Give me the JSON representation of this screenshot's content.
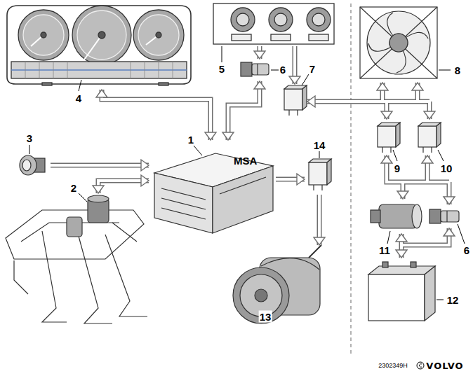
{
  "diagram": {
    "nodes": [
      {
        "text": [
          "MSA"
        ]
      }
    ],
    "labels": [
      "5",
      "6",
      "7",
      "8",
      "4",
      "3",
      "1",
      "14",
      "9",
      "10",
      "2",
      "11",
      "6",
      "12",
      "13",
      "2302349H",
      "VOLVO"
    ]
  }
}
